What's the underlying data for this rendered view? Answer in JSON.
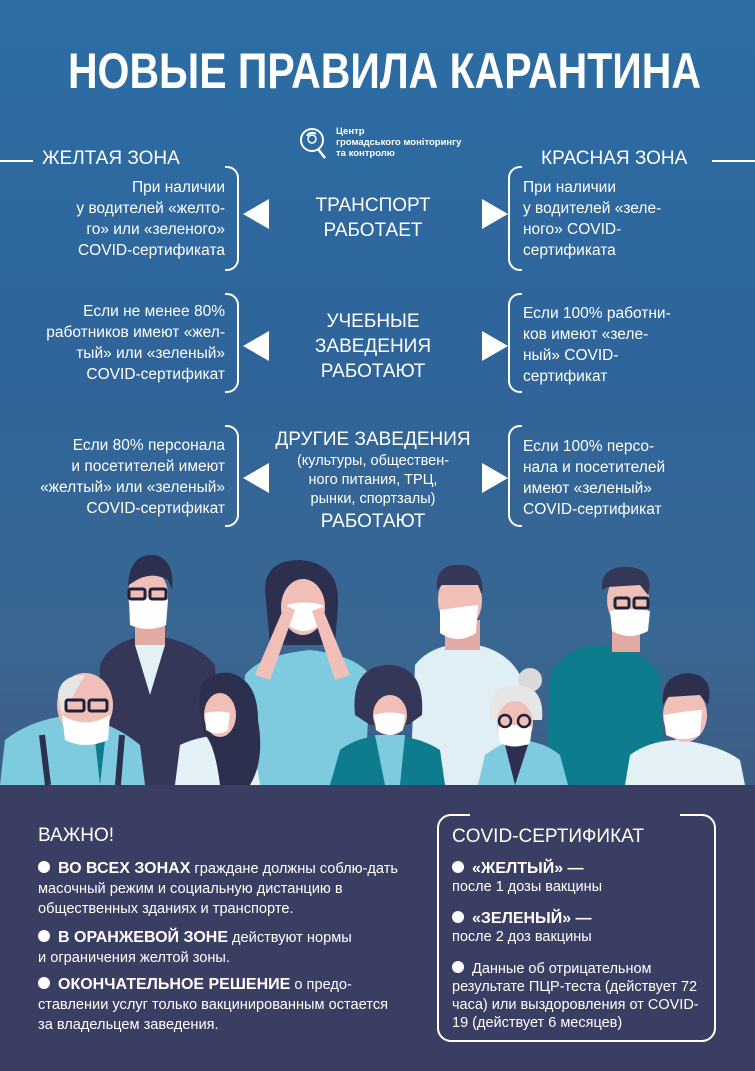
{
  "title": "НОВЫЕ ПРАВИЛА КАРАНТИНА",
  "logo": {
    "line1": "Центр",
    "line2": "громадського моніторингу",
    "line3": "та контролю"
  },
  "zones": {
    "left_heading": "ЖЕЛТАЯ ЗОНА",
    "right_heading": "КРАСНАЯ ЗОНА"
  },
  "rows": [
    {
      "left": [
        "При наличии",
        "у водителей «желто-",
        "го» или «зеленого»",
        "COVID-сертификата"
      ],
      "center": [
        "ТРАНСПОРТ",
        "РАБОТАЕТ"
      ],
      "right": [
        "При наличии",
        "у водителей «зеле-",
        "ного» COVID-",
        "сертификата"
      ]
    },
    {
      "left": [
        "Если не менее 80%",
        "работников имеют «жел-",
        "тый» или «зеленый»",
        "COVID-сертификат"
      ],
      "center": [
        "УЧЕБНЫЕ",
        "ЗАВЕДЕНИЯ",
        "РАБОТАЮТ"
      ],
      "right": [
        "Если 100% работни-",
        "ков имеют «зеле-",
        "ный» COVID-",
        "сертификат"
      ]
    },
    {
      "left": [
        "Если 80% персонала",
        "и посетителей имеют",
        "«желтый» или «зеленый»",
        "COVID-сертификат"
      ],
      "center": [
        "ДРУГИЕ ЗАВЕДЕНИЯ",
        "РАБОТАЮТ"
      ],
      "center_small": [
        "(культуры, обществен-",
        "ного питания, ТРЦ,",
        "рынки, спортзалы)"
      ],
      "right": [
        "Если 100% персо-",
        "нала и посетителей",
        "имеют «зеленый»",
        "COVID-сертификат"
      ]
    }
  ],
  "important": {
    "heading": "ВАЖНО!",
    "items": [
      {
        "bold": "ВО ВСЕХ ЗОНАХ",
        "text": " граждане должны соблю-дать масочный режим и социальную дистанцию в общественных зданиях и транспорте."
      },
      {
        "bold": "В ОРАНЖЕВОЙ ЗОНЕ",
        "text": " действуют нормы и ограничения желтой зоны."
      },
      {
        "bold": "ОКОНЧАТЕЛЬНОЕ РЕШЕНИЕ",
        "text": " о предо-ставлении услуг только вакцинированным остается за владельцем заведения."
      }
    ]
  },
  "certificate": {
    "heading": "COVID-СЕРТИФИКАТ",
    "items": [
      {
        "bold": "«ЖЕЛТЫЙ» —",
        "text": "после 1 дозы вакцины"
      },
      {
        "bold": "«ЗЕЛЕНЫЙ» —",
        "text": "после 2 доз вакцины"
      },
      {
        "bold": "",
        "text": "Данные об отрицательном результате ПЦР-теста (действует 72 часа) или выздоровления от COVID-19 (действует 6 месяцев)"
      }
    ]
  },
  "colors": {
    "top": "#2c6ea5",
    "bottom_panel": "#3b3e63",
    "teal": "#0d7d8e",
    "light_blue": "#7ecbe0",
    "navy": "#2c2f4e",
    "skin": "#f0bfb8"
  }
}
